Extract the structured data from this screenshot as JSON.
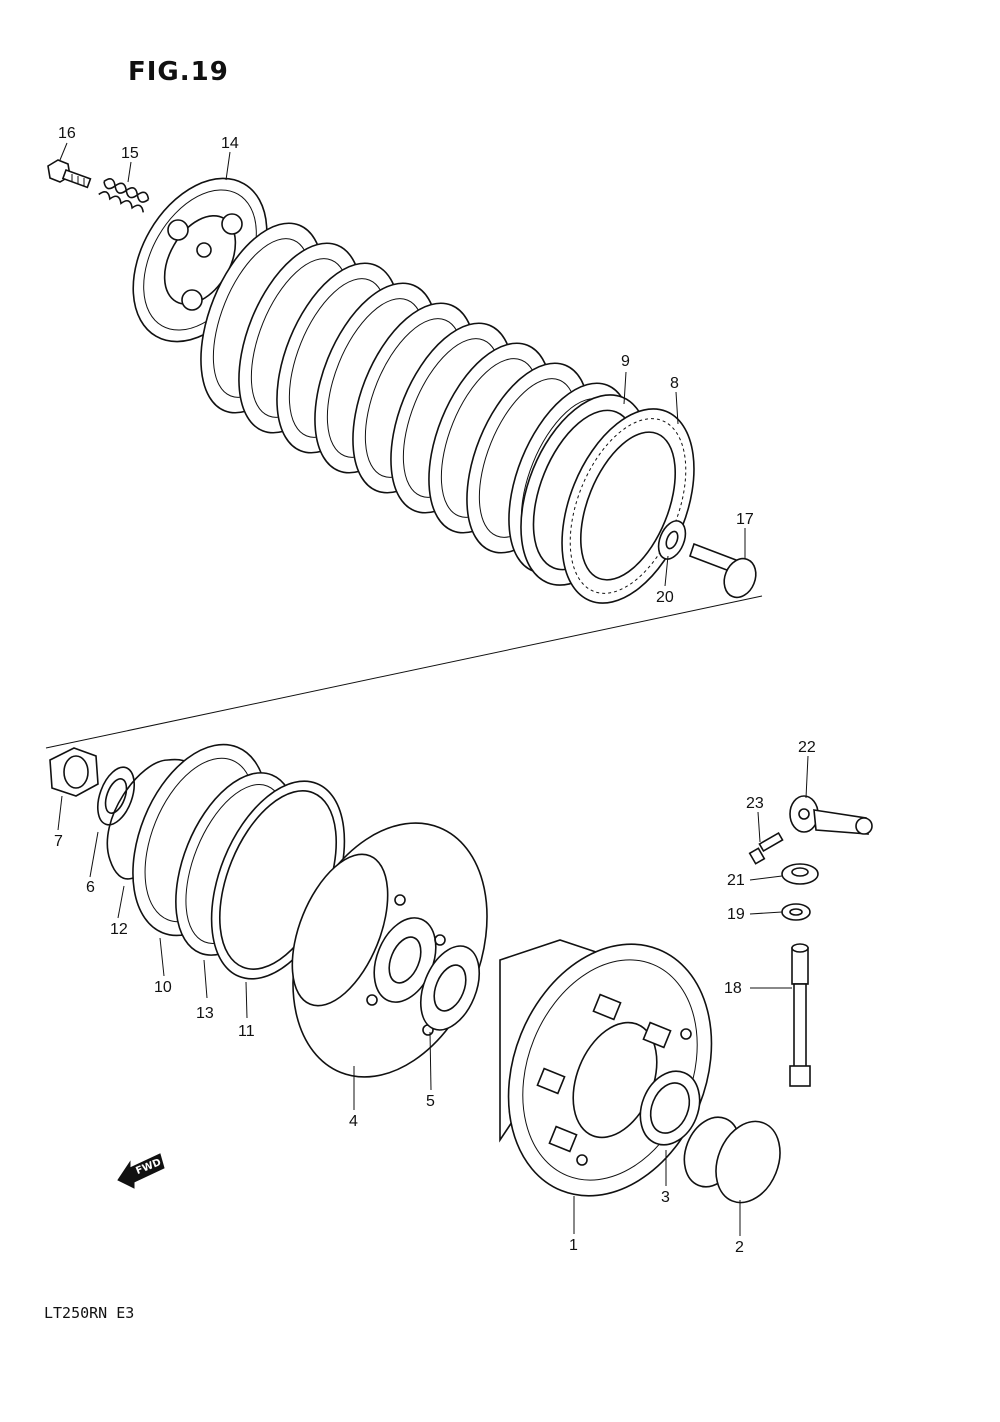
{
  "figure": {
    "title": "FIG.19"
  },
  "model_label": "LT250RN E3",
  "fwd_label": "FWD",
  "callouts": {
    "p1": "1",
    "p2": "2",
    "p3": "3",
    "p4": "4",
    "p5": "5",
    "p6": "6",
    "p7": "7",
    "p8": "8",
    "p9": "9",
    "p10": "10",
    "p11": "11",
    "p12": "12",
    "p13": "13",
    "p14": "14",
    "p15": "15",
    "p16": "16",
    "p17": "17",
    "p18": "18",
    "p19": "19",
    "p20": "20",
    "p21": "21",
    "p22": "22",
    "p23": "23"
  },
  "icons": {
    "fwd": "fwd-arrow-icon"
  }
}
